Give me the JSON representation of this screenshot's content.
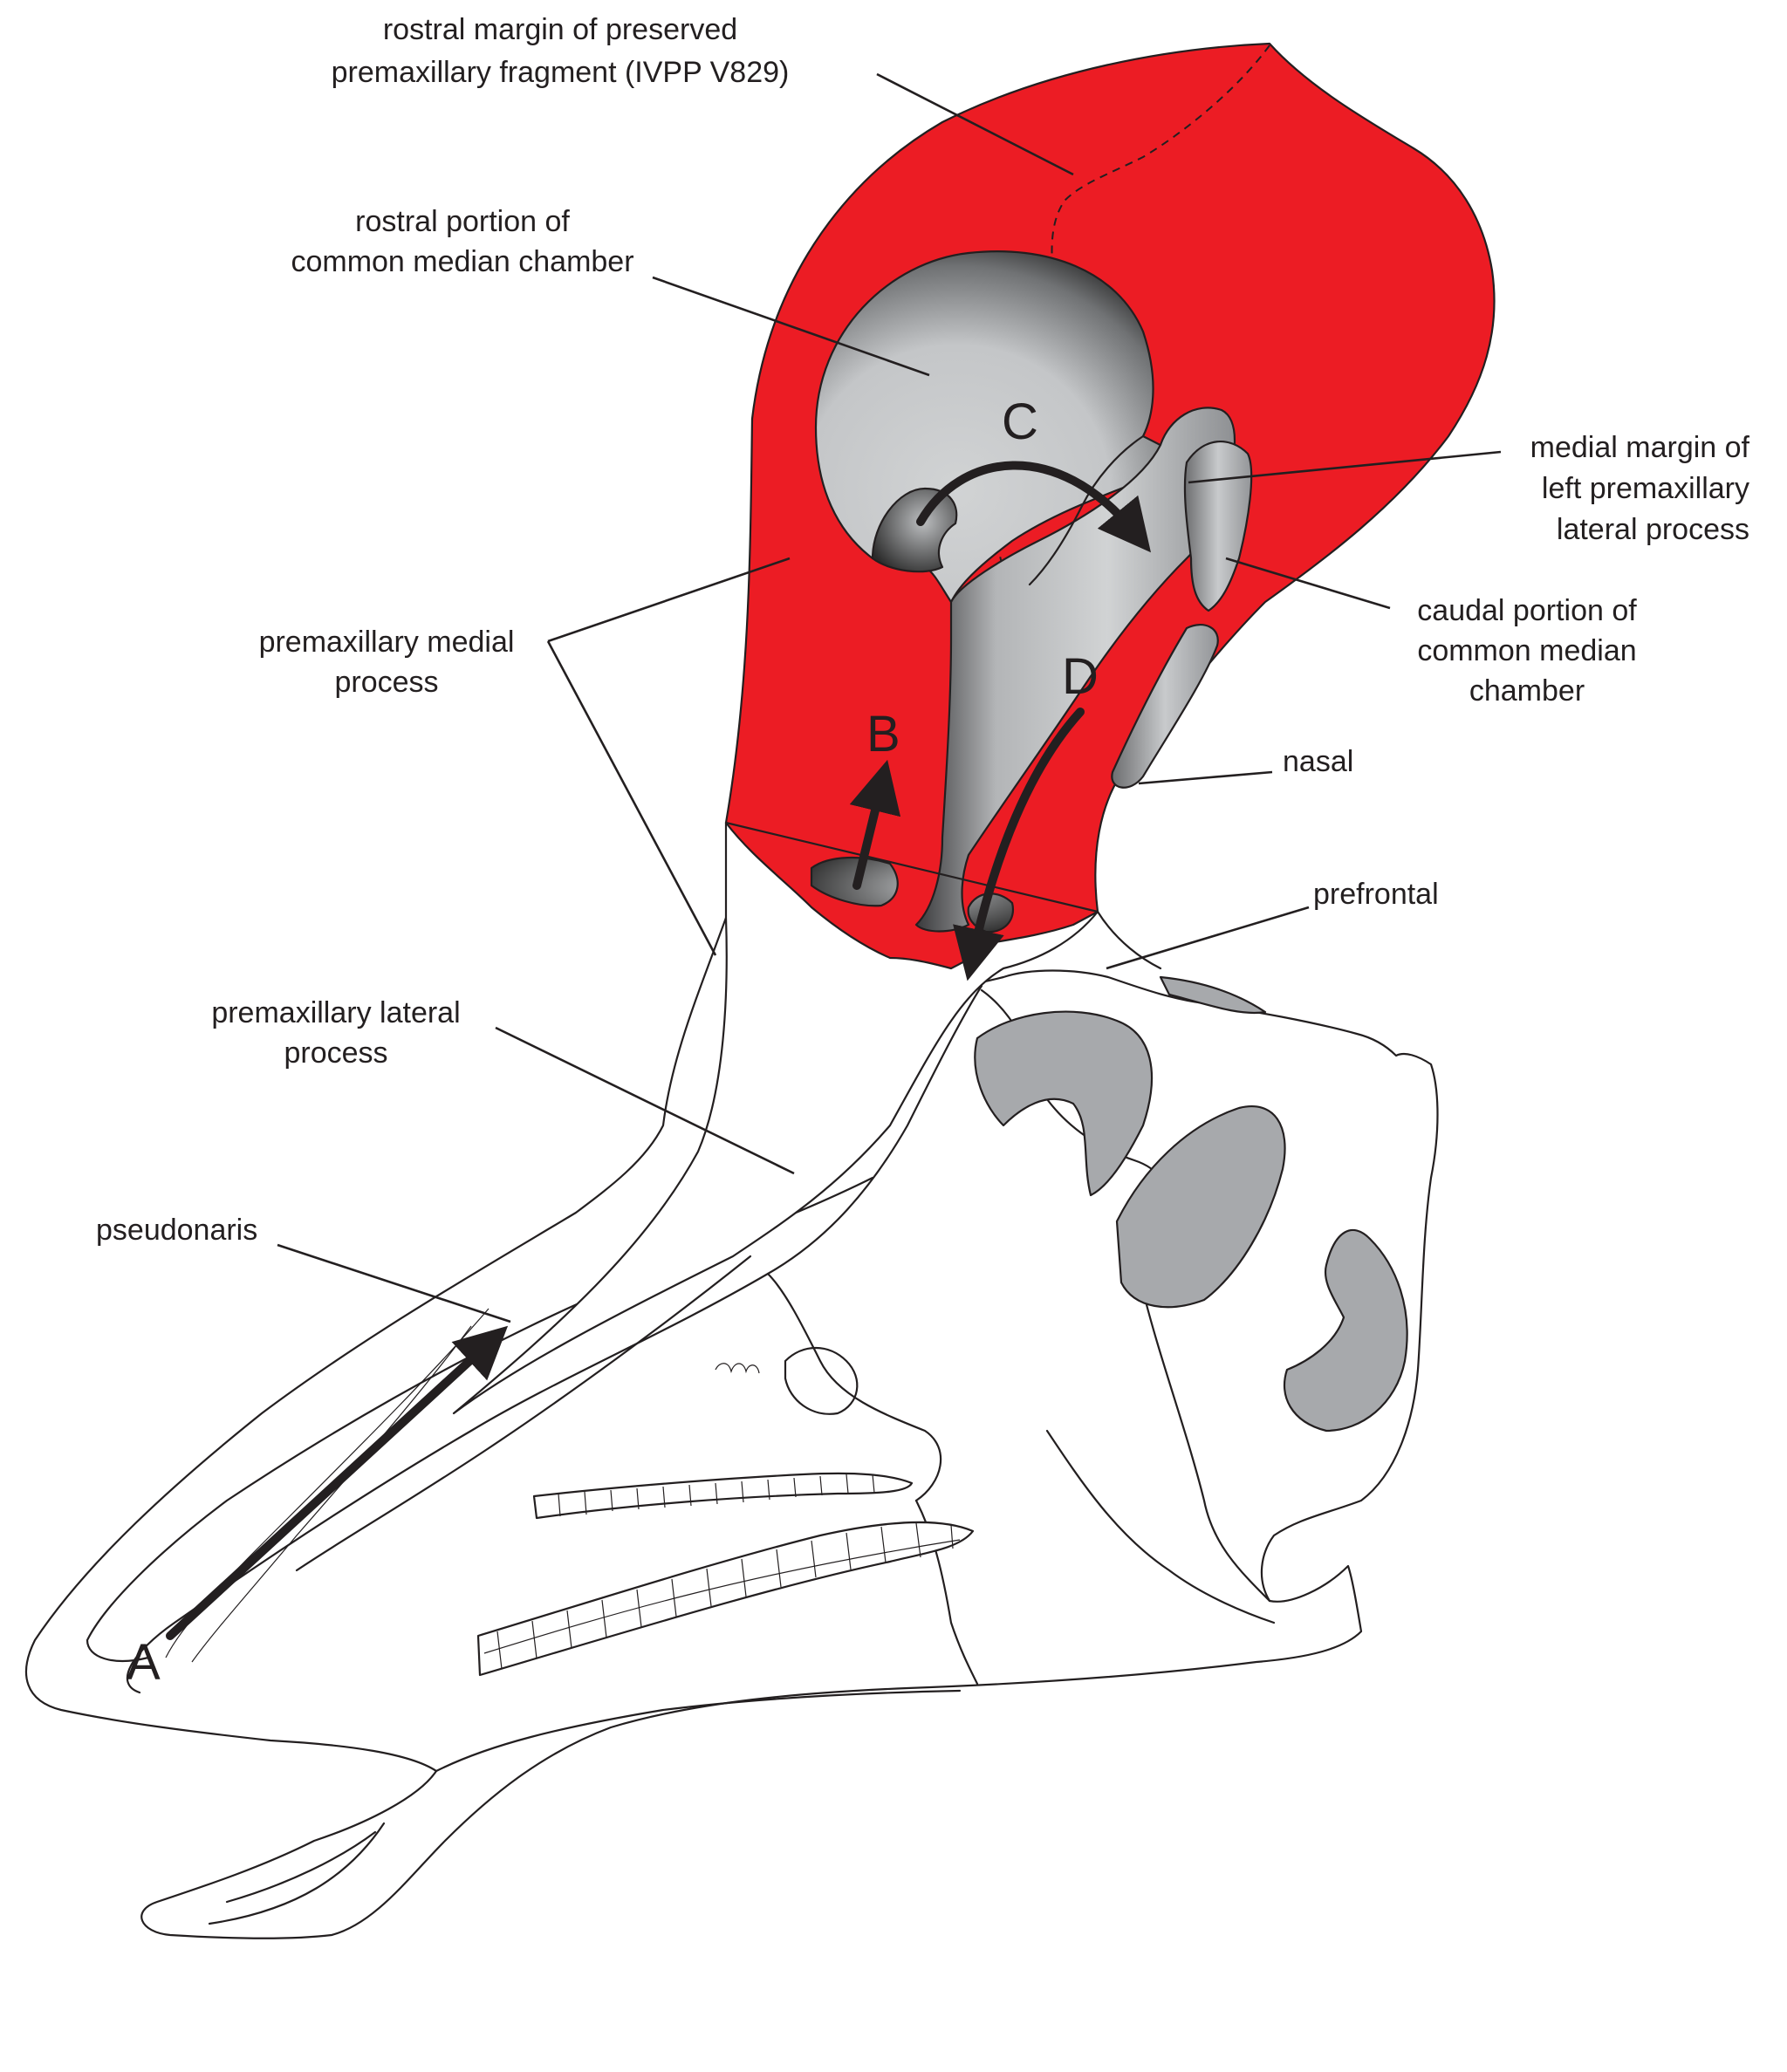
{
  "figure": {
    "colors": {
      "crest_red": "#ec1c24",
      "bone_white": "#ffffff",
      "fenestra_grey": "#a7a9ac",
      "chamber_light": "#d1d3d4",
      "chamber_dark": "#2b2b2b",
      "ink": "#231f20"
    },
    "labels": {
      "rostral_margin_l1": "rostral margin of preserved",
      "rostral_margin_l2": "premaxillary fragment (IVPP V829)",
      "rostral_portion_l1": "rostral portion of",
      "rostral_portion_l2": "common median chamber",
      "medial_margin_l1": "medial margin of",
      "medial_margin_l2": "left premaxillary",
      "medial_margin_l3": "lateral process",
      "medial_process_l1": "premaxillary medial",
      "medial_process_l2": "process",
      "caudal_portion_l1": "caudal portion of",
      "caudal_portion_l2": "common median",
      "caudal_portion_l3": "chamber",
      "nasal": "nasal",
      "prefrontal": "prefrontal",
      "lateral_process_l1": "premaxillary lateral",
      "lateral_process_l2": "process",
      "pseudonaris": "pseudonaris"
    },
    "airflow_markers": {
      "a": "A",
      "b": "B",
      "c": "C",
      "d": "D"
    }
  }
}
